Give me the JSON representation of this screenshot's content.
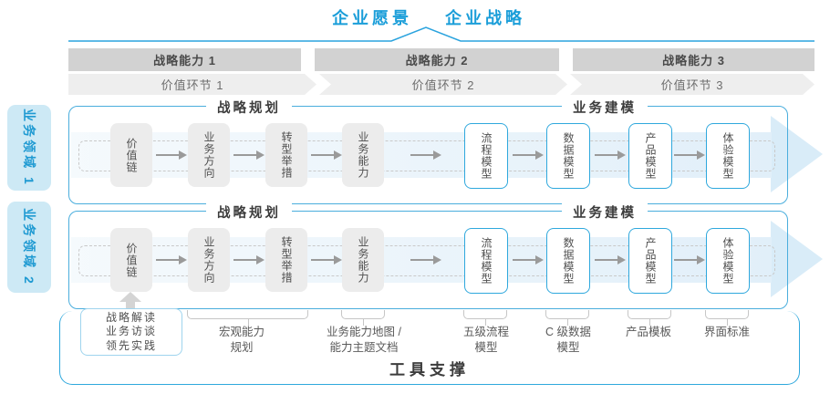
{
  "title": {
    "vision": "企业愿景",
    "strategy": "企业战略"
  },
  "strategic_capabilities": [
    {
      "label": "战略能力 1"
    },
    {
      "label": "战略能力 2"
    },
    {
      "label": "战略能力 3"
    }
  ],
  "value_chains": [
    {
      "label": "价值环节 1"
    },
    {
      "label": "价值环节 2"
    },
    {
      "label": "价值环节 3"
    }
  ],
  "business_domains": [
    {
      "label": "业务领域 1"
    },
    {
      "label": "业务领域 2"
    }
  ],
  "panel": {
    "planning_header": "战略规划",
    "modeling_header": "业务建模",
    "gray_nodes": [
      {
        "label": "价值链"
      },
      {
        "label": "业务方向"
      },
      {
        "label": "转型举措"
      },
      {
        "label": "业务能力"
      }
    ],
    "blue_nodes": [
      {
        "label": "流程模型"
      },
      {
        "label": "数据模型"
      },
      {
        "label": "产品模型"
      },
      {
        "label": "体验模型"
      }
    ]
  },
  "annotations": {
    "practice_box": {
      "line1": "战略解读",
      "line2": "业务访谈",
      "line3": "领先实践"
    },
    "macro_capability": {
      "line1": "宏观能力",
      "line2": "规划"
    },
    "capability_map": {
      "line1": "业务能力地图 /",
      "line2": "能力主题文档"
    },
    "process_model": {
      "line1": "五级流程",
      "line2": "模型"
    },
    "data_model": {
      "line1": "C 级数据",
      "line2": "模型"
    },
    "product_template": {
      "line1": "产品模板"
    },
    "ui_standard": {
      "line1": "界面标准"
    }
  },
  "footer": {
    "label": "工具支撑"
  },
  "colors": {
    "accent_blue": "#1b9ed9",
    "panel_border": "#4aaedd",
    "node_border": "#2fa8dd",
    "domain_fill": "#cde9f5",
    "flow_arrow_fill": "#d9ecf8",
    "bar_gray": "#d2d2d2",
    "chevron_gray": "#eeeeee",
    "node_gray": "#ececec"
  }
}
